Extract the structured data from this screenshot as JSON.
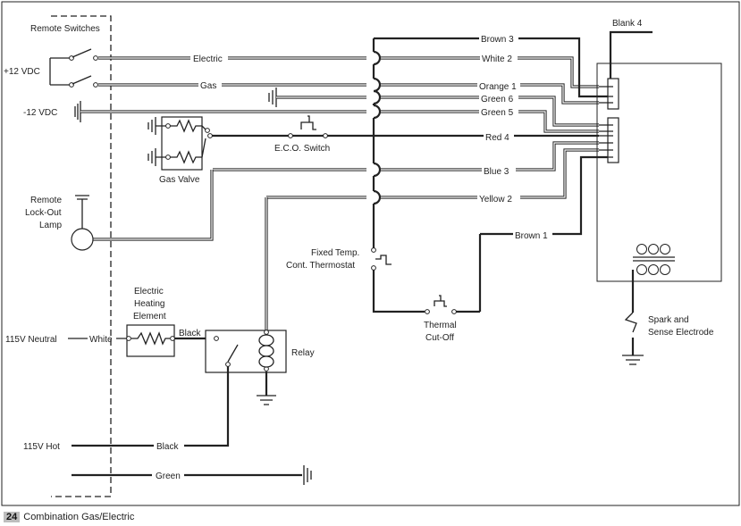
{
  "labels": {
    "remote_switches": "Remote Switches",
    "plus12": "+12 VDC",
    "minus12": "-12 VDC",
    "gas_valve": "Gas Valve",
    "eco_switch": "E.C.O. Switch",
    "lockout_1": "Remote",
    "lockout_2": "Lock-Out",
    "lockout_3": "Lamp",
    "heating_1": "Electric",
    "heating_2": "Heating",
    "heating_3": "Element",
    "neutral": "115V Neutral",
    "hot": "115V Hot",
    "relay": "Relay",
    "thermostat_1": "Fixed Temp.",
    "thermostat_2": "Cont. Thermostat",
    "cutoff_1": "Thermal",
    "cutoff_2": "Cut-Off",
    "spark_1": "Spark and",
    "spark_2": "Sense Electrode",
    "blank4": "Blank 4"
  },
  "wires": {
    "electric": "Electric",
    "gas": "Gas",
    "brown3": "Brown 3",
    "white2": "White 2",
    "orange1": "Orange 1",
    "green6": "Green 6",
    "green5": "Green 5",
    "red4": "Red 4",
    "blue3": "Blue 3",
    "yellow2": "Yellow 2",
    "brown1": "Brown 1",
    "white": "White",
    "black_top": "Black",
    "black_bottom": "Black",
    "green": "Green"
  },
  "footer": {
    "page": "24",
    "title": "Combination Gas/Electric"
  }
}
